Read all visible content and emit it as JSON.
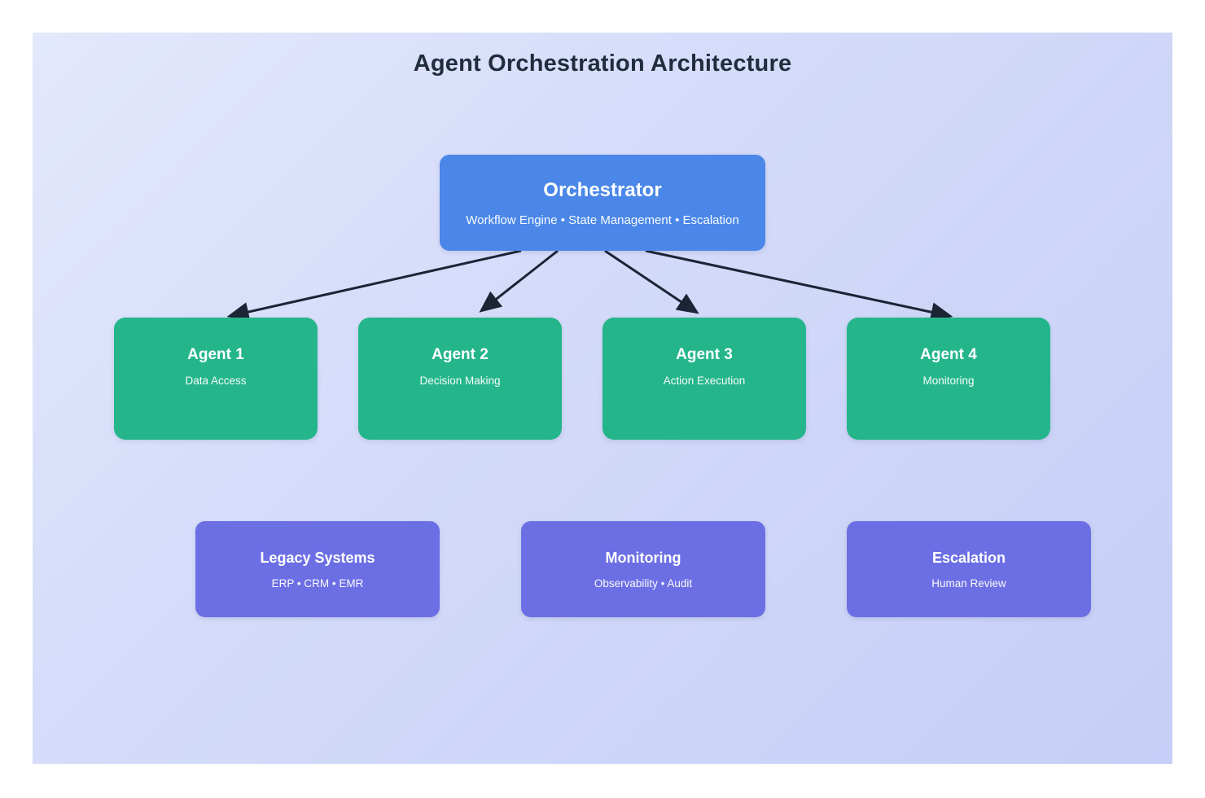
{
  "title": "Agent Orchestration Architecture",
  "colors": {
    "background_gradient_start": "#e3e8fc",
    "background_gradient_end": "#c5cef6",
    "orchestrator_fill": "#4a87e8",
    "agent_fill": "#24b68a",
    "system_fill": "#6c6fe4",
    "arrow": "#1b2536",
    "title_text": "#1f2d3d",
    "node_text": "#ffffff"
  },
  "orchestrator": {
    "title": "Orchestrator",
    "subtitle": "Workflow Engine • State Management • Escalation"
  },
  "agents": [
    {
      "title": "Agent 1",
      "subtitle": "Data Access"
    },
    {
      "title": "Agent 2",
      "subtitle": "Decision Making"
    },
    {
      "title": "Agent 3",
      "subtitle": "Action Execution"
    },
    {
      "title": "Agent 4",
      "subtitle": "Monitoring"
    }
  ],
  "systems": [
    {
      "title": "Legacy Systems",
      "subtitle": "ERP • CRM • EMR"
    },
    {
      "title": "Monitoring",
      "subtitle": "Observability • Audit"
    },
    {
      "title": "Escalation",
      "subtitle": "Human Review"
    }
  ]
}
